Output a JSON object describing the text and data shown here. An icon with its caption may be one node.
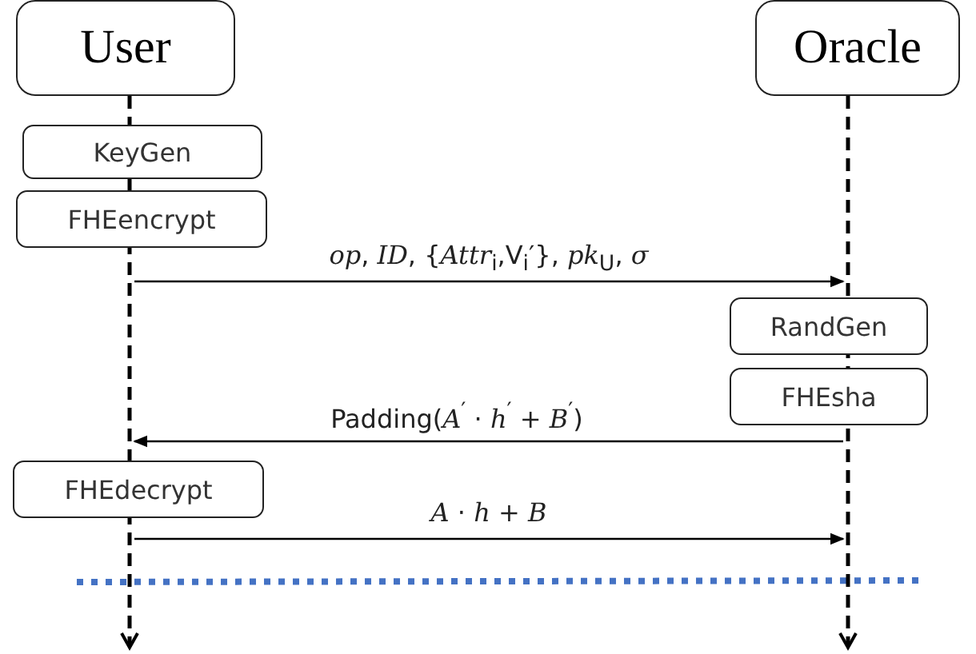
{
  "diagram": {
    "nodes": [
      {
        "text": [
          "User"
        ]
      },
      {
        "text": [
          "Oracle"
        ]
      },
      {
        "text": [
          "KeyGen"
        ]
      },
      {
        "text": [
          "FHEencrypt"
        ]
      },
      {
        "text": [
          "RandGen"
        ]
      },
      {
        "text": [
          "FHEsha"
        ]
      },
      {
        "text": [
          "FHEdecrypt"
        ]
      },
      {
        "text": [],
        "shape": "line"
      },
      {
        "text": [],
        "shape": "line"
      }
    ],
    "edges": [
      {
        "from": 7,
        "to": 8,
        "arrow": "to",
        "label": "*op*, *ID*, {*Attr*$_{i}$,V$_{i}$′}, *pk*$_{U}$, *σ*"
      },
      {
        "from": 8,
        "to": 7,
        "arrow": "to",
        "label": "Padding(*A*$^{′}$ · *h*$^{′}$ + *B*$^{′}$)"
      },
      {
        "from": 7,
        "to": 8,
        "arrow": "to",
        "label": "*A* · *h* + *B*"
      }
    ]
  }
}
